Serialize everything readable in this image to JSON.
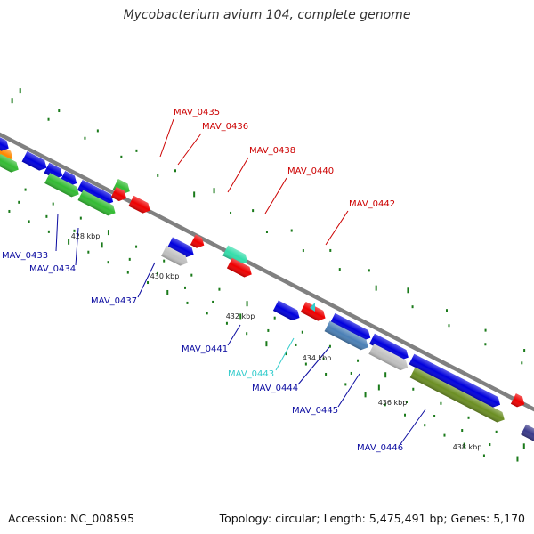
{
  "title": "Mycobacterium avium 104, complete genome",
  "footer": {
    "accession": "Accession: NC_008595",
    "summary": "Topology: circular; Length: 5,475,491 bp; Genes: 5,170"
  },
  "colors": {
    "backbone": "#808080",
    "tick": "#1a7a1a",
    "red_label": "#cc0000",
    "blue_label": "#0a0aa0",
    "cyan_label": "#33cccc",
    "gene_blue": "#0000dd",
    "gene_red": "#ee0000",
    "gene_green": "#33bb33",
    "gene_grey": "#c0c0c0",
    "gene_teal": "#33ddaa",
    "gene_steel": "#4a7fb5",
    "gene_olive": "#6b8e23",
    "gene_orange": "#ff8800",
    "gene_navy": "#3a3a8a"
  },
  "scale_labels": [
    "428 kbp",
    "430 kbp",
    "432 kbp",
    "434 kbp",
    "436 kbp",
    "438 kbp"
  ],
  "gene_labels": [
    {
      "text": "MAV_0433",
      "color": "blue"
    },
    {
      "text": "MAV_0434",
      "color": "blue"
    },
    {
      "text": "MAV_0435",
      "color": "red"
    },
    {
      "text": "MAV_0436",
      "color": "red"
    },
    {
      "text": "MAV_0437",
      "color": "blue"
    },
    {
      "text": "MAV_0438",
      "color": "red"
    },
    {
      "text": "MAV_0440",
      "color": "red"
    },
    {
      "text": "MAV_0441",
      "color": "blue"
    },
    {
      "text": "MAV_0442",
      "color": "red"
    },
    {
      "text": "MAV_0443",
      "color": "cyan"
    },
    {
      "text": "MAV_0444",
      "color": "blue"
    },
    {
      "text": "MAV_0445",
      "color": "blue"
    },
    {
      "text": "MAV_0446",
      "color": "blue"
    }
  ]
}
